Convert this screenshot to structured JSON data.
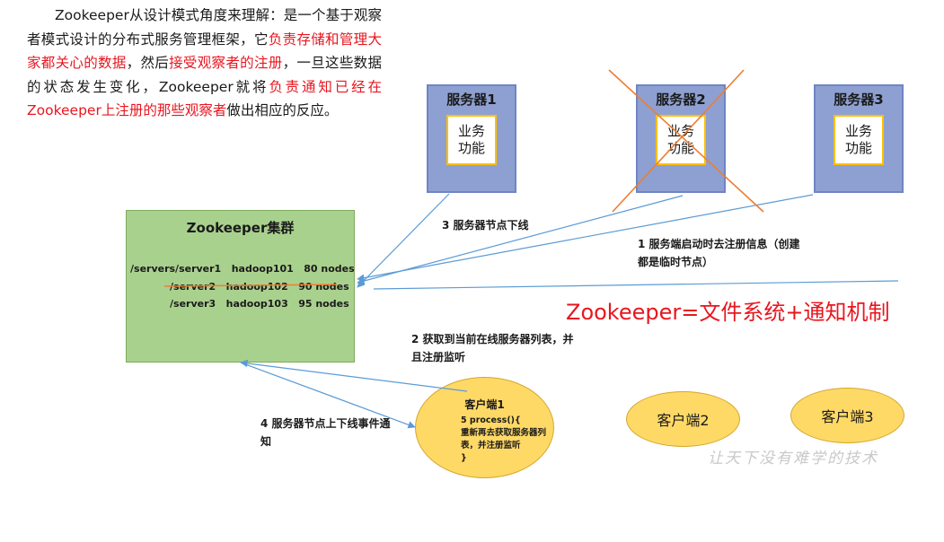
{
  "intro": {
    "s1": "Zookeeper从设计模式角度来理解：是一个基于观察者模式设计的分布式服务管理框架，它",
    "s2": "负责存储和管理大家都关心的数据",
    "s3": "，然后",
    "s4": "接受观察者的注册",
    "s5": "，一旦这些数据的状态发生变化，Zookeeper就将",
    "s6": "负责通知已经在Zookeeper上注册的那些观察者",
    "s7": "做出相应的反应。"
  },
  "servers": [
    {
      "title": "服务器1",
      "inner": "业务\n功能",
      "crossed": false
    },
    {
      "title": "服务器2",
      "inner": "业务\n功能",
      "crossed": true
    },
    {
      "title": "服务器3",
      "inner": "业务\n功能",
      "crossed": false
    }
  ],
  "zookeeper": {
    "title": "Zookeeper集群",
    "nodes": [
      "/servers/server1   hadoop101   80 nodes",
      "/server2   hadoop102   90 nodes",
      "/server3   hadoop103   95 nodes"
    ]
  },
  "labels": {
    "step1": "1  服务端启动时去注册信息（创建都是临时节点）",
    "step2": "2  获取到当前在线服务器列表，并且注册监听",
    "step3": "3  服务器节点下线",
    "step4": "4  服务器节点上下线事件通知"
  },
  "formula": "Zookeeper=文件系统+通知机制",
  "clients": [
    {
      "title": "客户端1",
      "process": "5 process(){\n重新再去获取服务器列表，并注册监听\n}"
    },
    {
      "title": "客户端2"
    },
    {
      "title": "客户端3"
    }
  ],
  "watermark": "让天下没有难学的技术",
  "colors": {
    "accent_red": "#e8161f",
    "server_fill": "#8ea0d2",
    "server_inner_border": "#ffc000",
    "zookeeper_fill": "#a9d18e",
    "client_fill": "#ffd966",
    "arrow": "#5b9bd5",
    "cross": "#ed7d31"
  }
}
